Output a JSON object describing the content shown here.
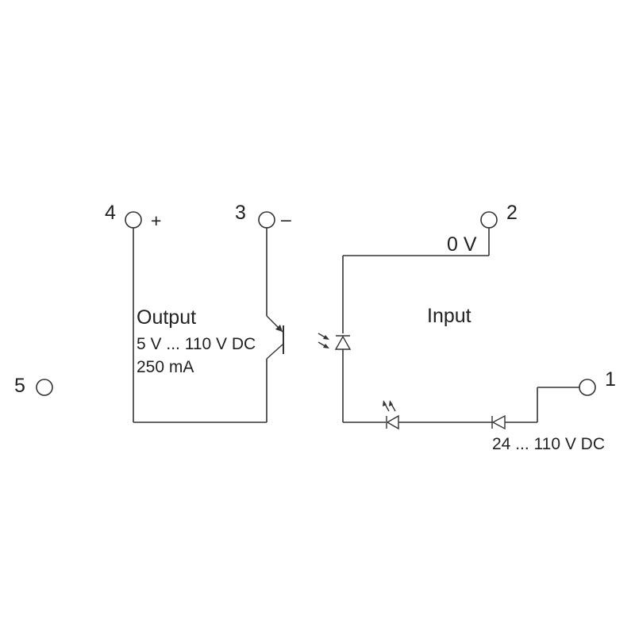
{
  "terminals": [
    {
      "id": "1",
      "label": "1"
    },
    {
      "id": "2",
      "label": "2"
    },
    {
      "id": "3",
      "label": "3"
    },
    {
      "id": "4",
      "label": "4"
    },
    {
      "id": "5",
      "label": "5"
    }
  ],
  "polarity": {
    "plus": "+",
    "minus": "–"
  },
  "output": {
    "title": "Output",
    "voltage": "5 V ... 110 V DC",
    "current": "250 mA"
  },
  "input": {
    "title": "Input",
    "ground": "0 V",
    "voltage": "24 ... 110 V DC"
  },
  "colors": {
    "line": "#333333",
    "text": "#222222",
    "background": "#ffffff"
  }
}
